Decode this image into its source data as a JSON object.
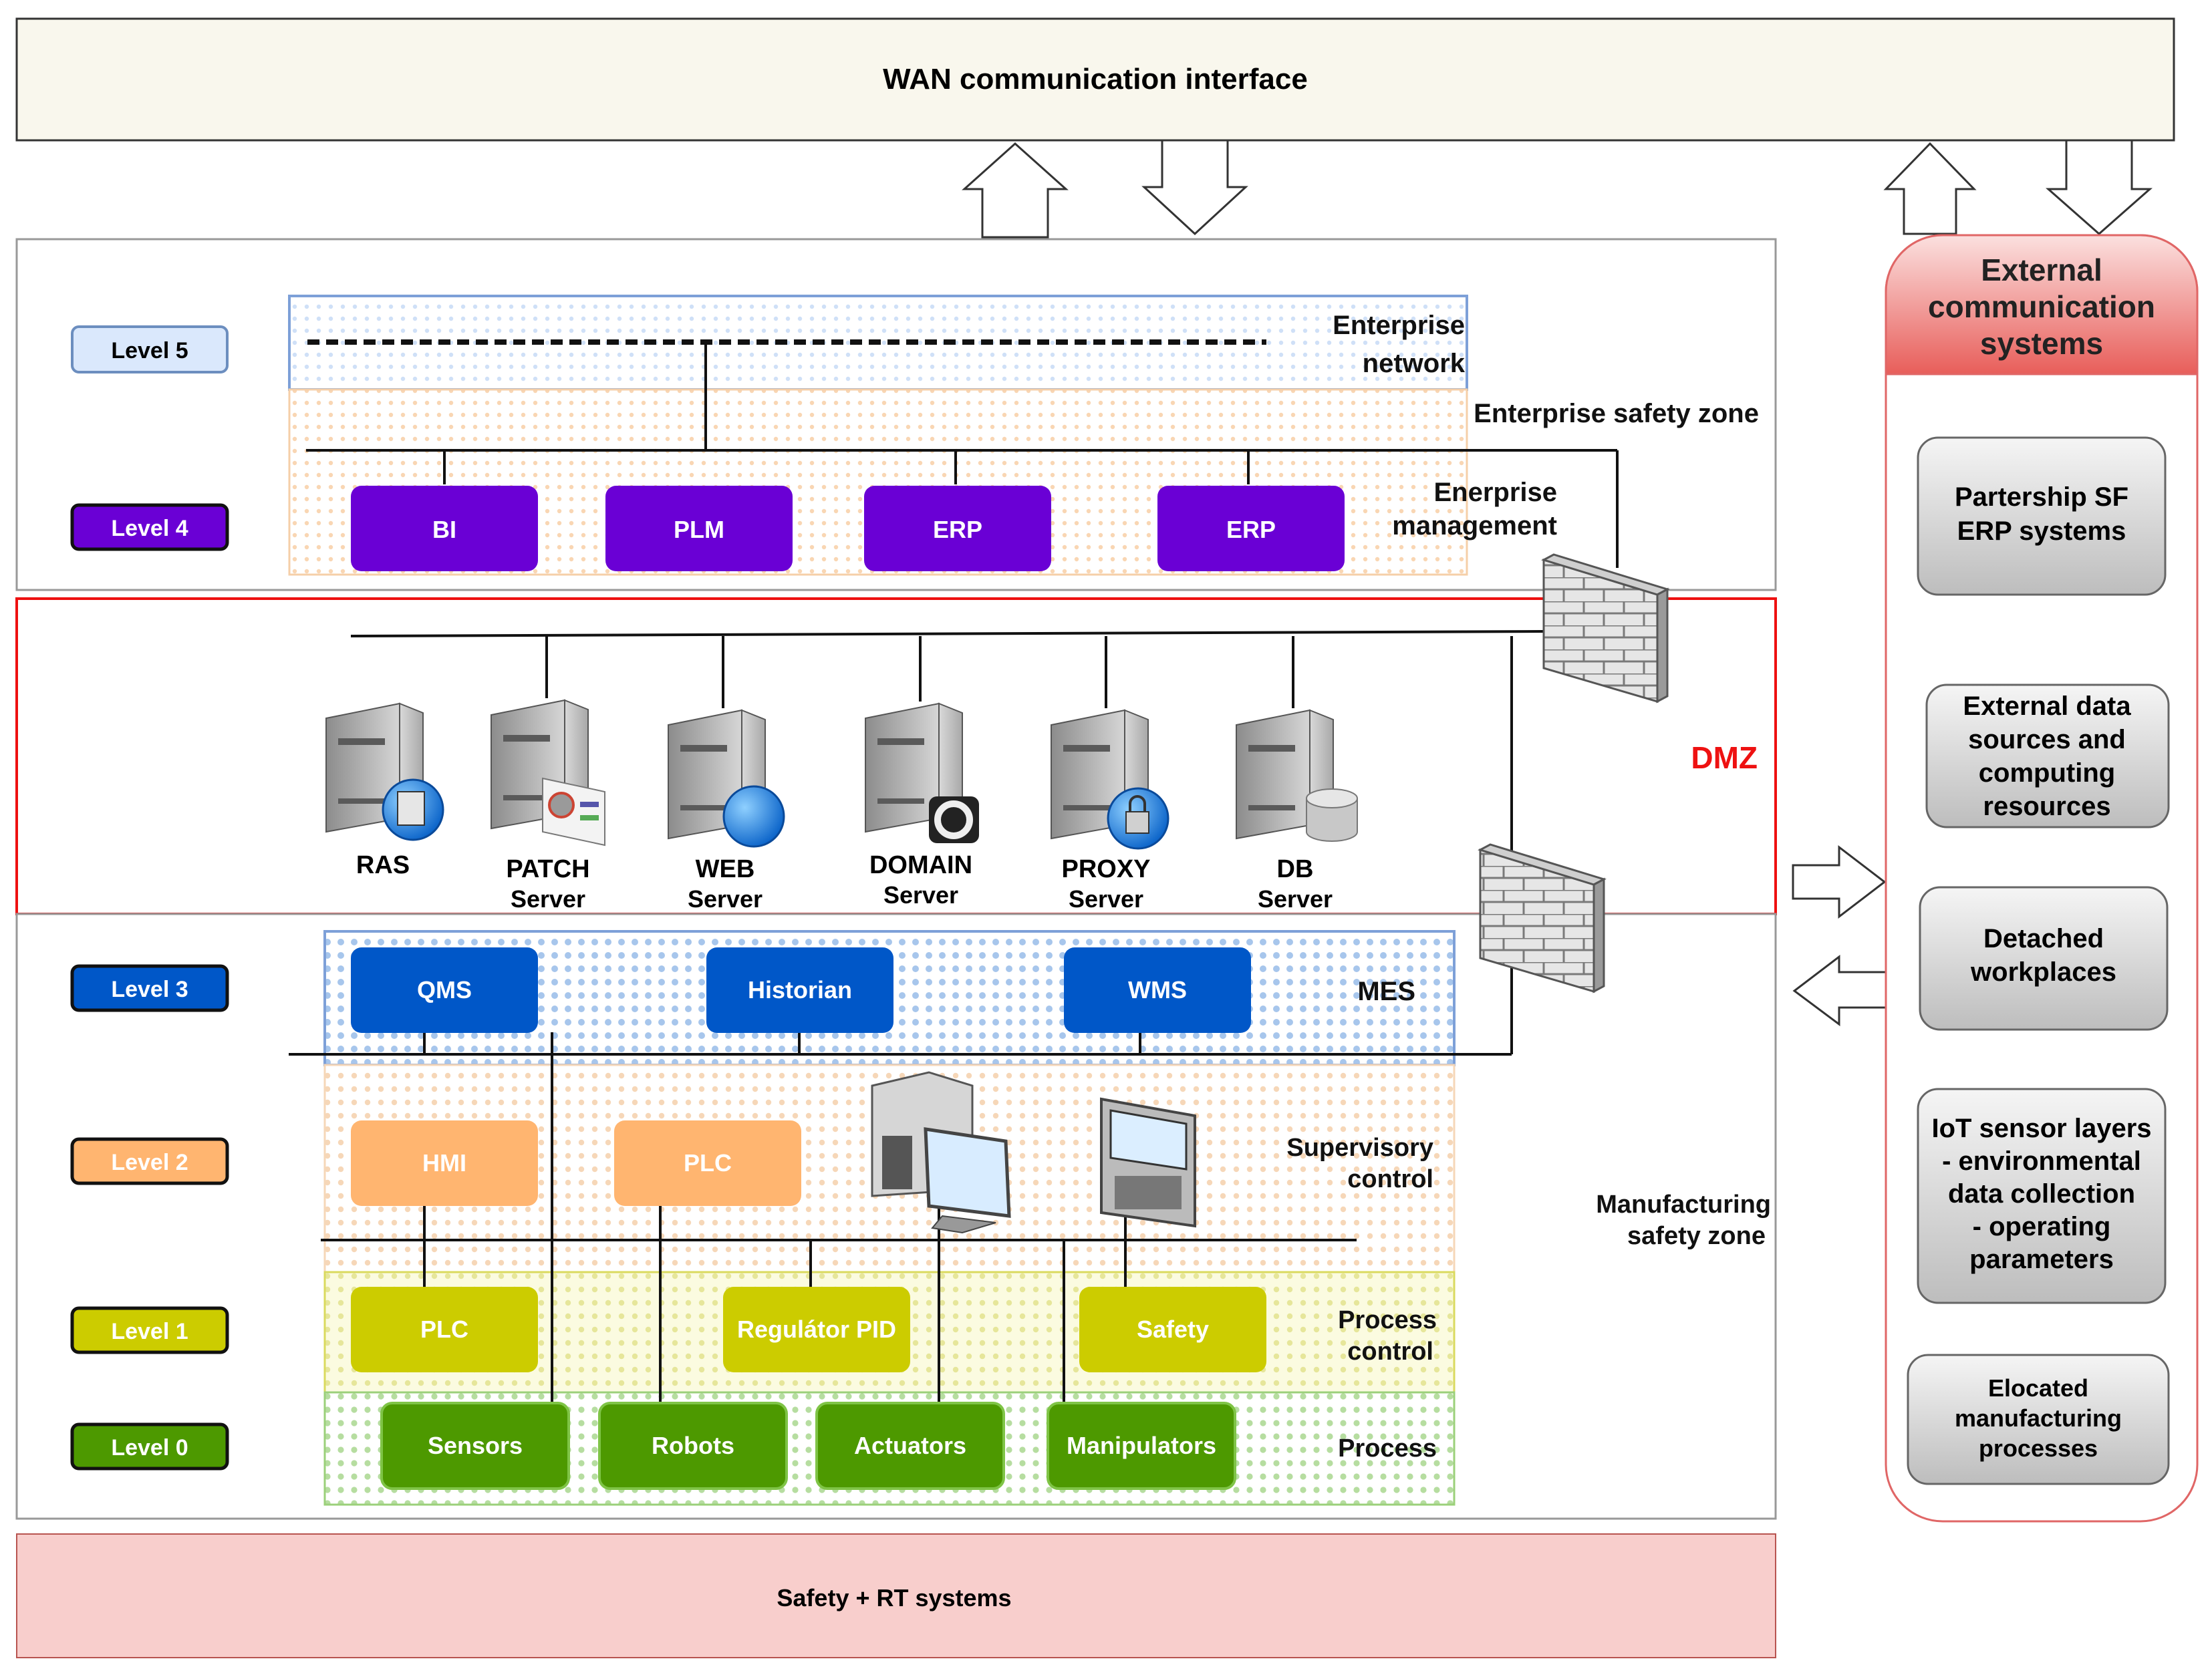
{
  "wan": {
    "label": "WAN communication interface"
  },
  "safety_rt": {
    "label": "Safety + RT systems"
  },
  "levels": [
    {
      "label": "Level 5",
      "fill": "#dae8fc",
      "text": "#000000"
    },
    {
      "label": "Level 4",
      "fill": "#6a00d5",
      "text": "#ffffff"
    },
    {
      "label": "Level 3",
      "fill": "#0057c8",
      "text": "#ffffff"
    },
    {
      "label": "Level 2",
      "fill": "#ffb570",
      "text": "#ffffff"
    },
    {
      "label": "Level 1",
      "fill": "#cccc00",
      "text": "#ffffff"
    },
    {
      "label": "Level 0",
      "fill": "#4d9900",
      "text": "#ffffff"
    }
  ],
  "zones": {
    "enterprise_network": [
      "Enterprise",
      "network"
    ],
    "enterprise_safety_zone": "Enterprise safety zone",
    "enterprise_management": [
      "Enerprise",
      "management"
    ],
    "dmz": "DMZ",
    "mes": "MES",
    "supervisory_control": [
      "Supervisory",
      "control"
    ],
    "process_control": [
      "Process",
      "control"
    ],
    "process": "Process",
    "manufacturing_safety_zone": [
      "Manufacturing",
      "safety zone"
    ]
  },
  "level4_boxes": [
    "BI",
    "PLM",
    "ERP",
    "ERP"
  ],
  "servers": [
    {
      "label": [
        "RAS"
      ],
      "badge": "globe-app"
    },
    {
      "label": [
        "PATCH",
        "Server"
      ],
      "badge": "patch-panel"
    },
    {
      "label": [
        "WEB",
        "Server"
      ],
      "badge": "globe"
    },
    {
      "label": [
        "DOMAIN",
        "Server"
      ],
      "badge": "lifebuoy"
    },
    {
      "label": [
        "PROXY",
        "Server"
      ],
      "badge": "lock-globe"
    },
    {
      "label": [
        "DB",
        "Server"
      ],
      "badge": "database"
    }
  ],
  "level3_boxes": [
    "QMS",
    "Historian",
    "WMS"
  ],
  "level2_boxes": [
    "HMI",
    "PLC"
  ],
  "level1_boxes": [
    "PLC",
    "Regulátor PID",
    "Safety"
  ],
  "level0_boxes": [
    "Sensors",
    "Robots",
    "Actuators",
    "Manipulators"
  ],
  "external": {
    "title": [
      "External",
      "communication",
      "systems"
    ],
    "items": [
      {
        "lines": [
          "Partership SF",
          "ERP systems"
        ]
      },
      {
        "lines": [
          "External data",
          "sources and",
          "computing",
          "resources"
        ]
      },
      {
        "lines": [
          "Detached",
          "workplaces"
        ]
      },
      {
        "lines": [
          "IoT sensor layers",
          "- environmental",
          "data collection",
          "- operating",
          "parameters"
        ]
      },
      {
        "lines": [
          "Elocated",
          "manufacturing",
          "processes"
        ]
      }
    ]
  },
  "colors": {
    "purple": "#6a00d5",
    "blue": "#0057c8",
    "orange": "#ffb570",
    "yellow": "#cccc00",
    "green": "#4d9900",
    "dmz_red": "#ee1111",
    "external_red": "#ea6b66"
  }
}
